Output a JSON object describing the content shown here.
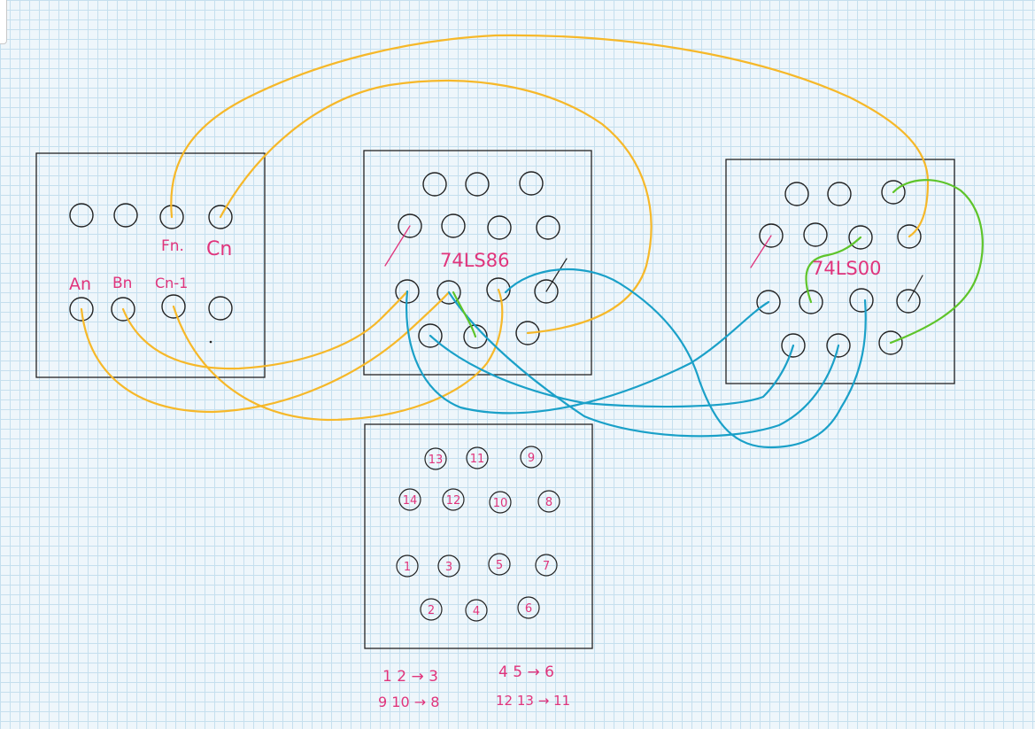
{
  "labels": {
    "an": "An",
    "bn": "Bn",
    "cn1": "Cn-1",
    "fn": "Fn.",
    "cn": "Cn",
    "chip1": "74LS86",
    "chip2": "74LS00"
  },
  "pins": [
    "13",
    "11",
    "9",
    "14",
    "12",
    "10",
    "8",
    "1",
    "3",
    "5",
    "7",
    "2",
    "4",
    "6"
  ],
  "notes": {
    "n1": "1 2 → 3",
    "n2": "9 10 → 8",
    "n3": "4 5 → 6",
    "n4": "12 13 → 11"
  },
  "colors": {
    "label": "#e0347c",
    "wire_orange": "#f6b829",
    "wire_blue": "#1aa0c8",
    "wire_green": "#5ec42a"
  }
}
